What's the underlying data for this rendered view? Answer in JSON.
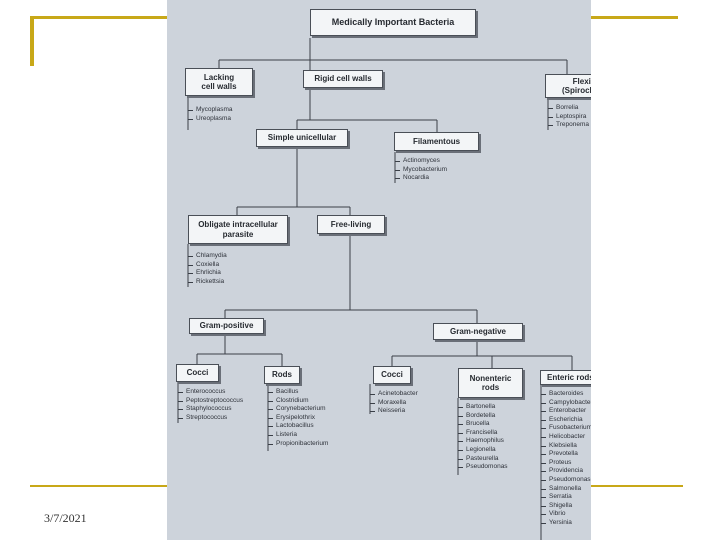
{
  "slide": {
    "date": "3/7/2021",
    "accent_color": "#c8a818"
  },
  "diagram": {
    "root": "Medically Important Bacteria",
    "lacking": "Lacking\ncell walls",
    "rigid": "Rigid cell walls",
    "flexible": "Flexible\n(Spirochetes)",
    "simple": "Simple unicellular",
    "filamentous": "Filamentous",
    "obligate": "Obligate intracellular\nparasite",
    "free": "Free-living",
    "gram_pos": "Gram-positive",
    "gram_neg": "Gram-negative",
    "cocci_pos": "Cocci",
    "rods_pos": "Rods",
    "cocci_neg": "Cocci",
    "nonenteric": "Nonenteric\nrods",
    "enteric": "Enteric rods",
    "lacking_list": [
      "Mycoplasma",
      "Ureoplasma"
    ],
    "flexible_list": [
      "Borrelia",
      "Leptospira",
      "Treponema"
    ],
    "filamentous_list": [
      "Actinomyces",
      "Mycobacterium",
      "Nocardia"
    ],
    "obligate_list": [
      "Chlamydia",
      "Coxiella",
      "Ehrlichia",
      "Rickettsia"
    ],
    "cocci_pos_list": [
      "Enterococcus",
      "Peptostreptococcus",
      "Staphylococcus",
      "Streptococcus"
    ],
    "rods_pos_list": [
      "Bacillus",
      "Clostridium",
      "Corynebacterium",
      "Erysipelothrix",
      "Lactobacillus",
      "Listeria",
      "Propionibacterium"
    ],
    "cocci_neg_list": [
      "Acinetobacter",
      "Moraxella",
      "Neisseria"
    ],
    "nonenteric_list": [
      "Bartonella",
      "Bordetella",
      "Brucella",
      "Francisella",
      "Haemophilus",
      "Legionella",
      "Pasteurella",
      "Pseudomonas"
    ],
    "enteric_list": [
      "Bacteroides",
      "Campylobacter",
      "Enterobacter",
      "Escherichia",
      "Fusobacterium",
      "Helicobacter",
      "Klebsiella",
      "Prevotella",
      "Proteus",
      "Providencia",
      "Pseudomonas",
      "Salmonella",
      "Serratia",
      "Shigella",
      "Vibrio",
      "Yersinia"
    ]
  }
}
